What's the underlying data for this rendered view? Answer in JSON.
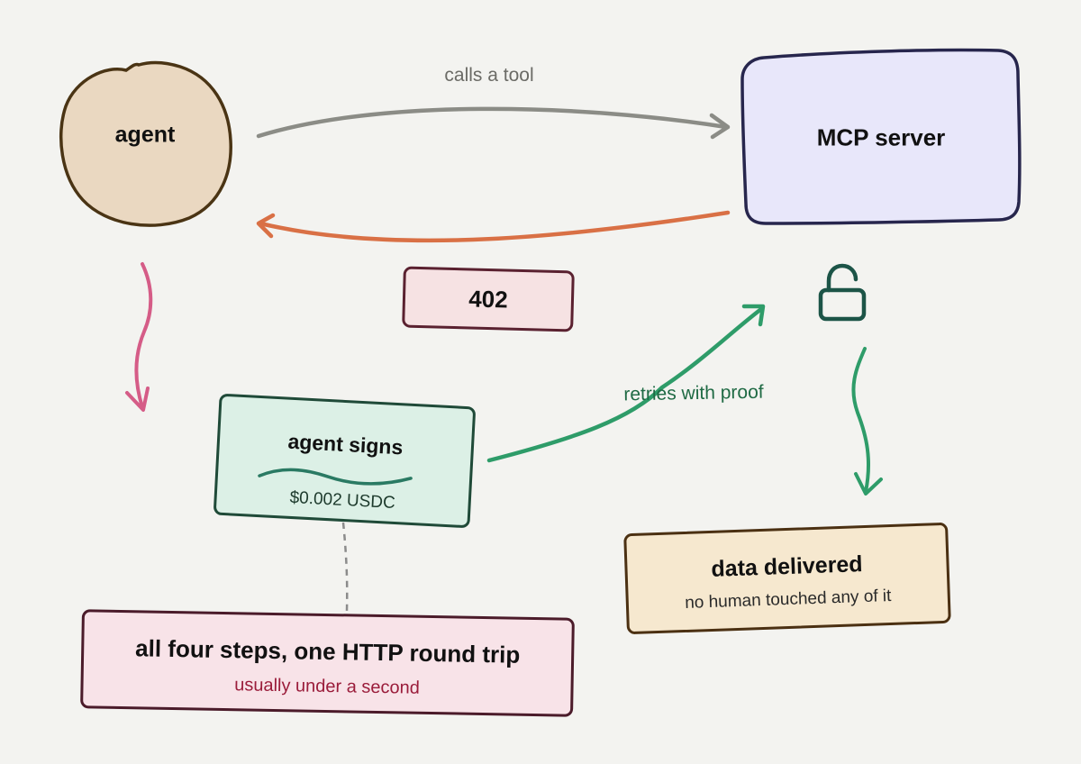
{
  "nodes": {
    "agent": "agent",
    "mcp_server": "MCP server",
    "status_402": "402",
    "agent_signs": {
      "title": "agent signs",
      "amount": "$0.002 USDC"
    },
    "data_delivered": {
      "title": "data delivered",
      "subtitle": "no human touched any of it"
    },
    "note": {
      "title": "all four steps, one HTTP round trip",
      "subtitle": "usually under a second"
    }
  },
  "edges": {
    "calls_tool": "calls a tool",
    "retries_with_proof": "retries with proof"
  },
  "icons": {
    "unlock": "unlock-icon"
  },
  "colors": {
    "background": "#f3f3f0",
    "agent_fill": "#ead8c1",
    "agent_border": "#4a3414",
    "mcp_fill": "#e8e7fa",
    "mcp_border": "#27264d",
    "call_arrow": "#8b8c86",
    "response_arrow": "#d97045",
    "pink_arrow": "#d55c87",
    "green_arrow": "#2e9c69",
    "lock": "#1c5447"
  }
}
